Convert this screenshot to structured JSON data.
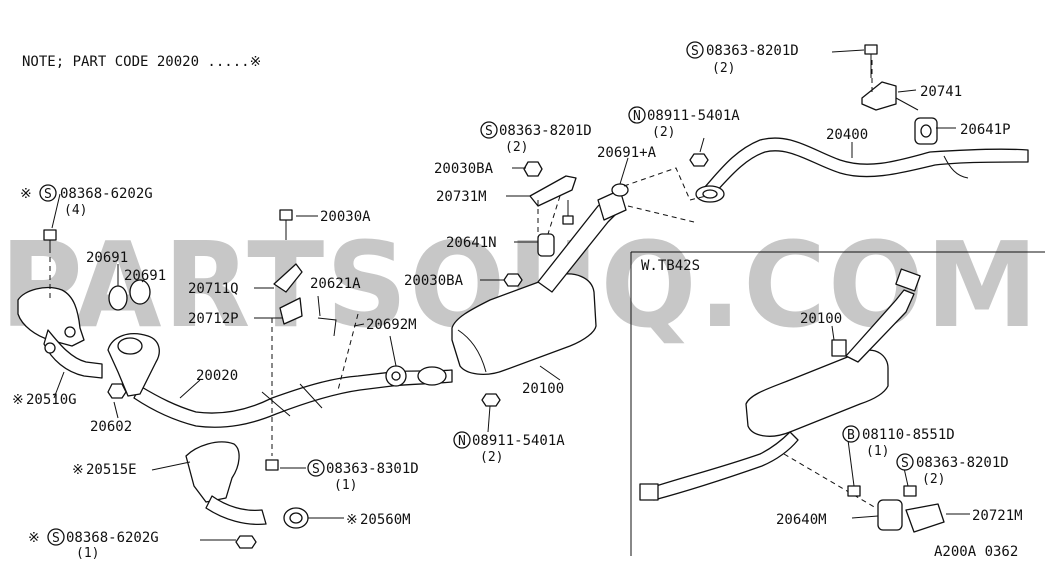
{
  "note": "NOTE; PART CODE 20020 .....※",
  "watermark": "PARTSOUQ.COM",
  "inset_title": "W.TB42S",
  "diagram_code": "A200A 0362",
  "symbols": {
    "s": "S",
    "n": "N",
    "b": "B",
    "star": "※"
  },
  "labels": {
    "p08363_8201D_top": "08363-8201D",
    "q2_top": "(2)",
    "p20741": "20741",
    "p20641P": "20641P",
    "p20400": "20400",
    "p08911_5401A_top": "08911-5401A",
    "q2_n_top": "(2)",
    "p08363_8201D_mid": "08363-8201D",
    "q2_mid": "(2)",
    "p20691A": "20691+A",
    "p20030BA_1": "20030BA",
    "p20731M": "20731M",
    "p08368_6202G_top": "08368-6202G",
    "q4": "(4)",
    "p20030A": "20030A",
    "p20641N": "20641N",
    "p20691_a": "20691",
    "p20691_b": "20691",
    "p20711Q": "20711Q",
    "p20621A": "20621A",
    "p20030BA_2": "20030BA",
    "p20712P": "20712P",
    "p20692M": "20692M",
    "p20020": "20020",
    "p20100": "20100",
    "p20510G": "20510G",
    "p20602": "20602",
    "p08911_5401A_bot": "08911-5401A",
    "q2_n_bot": "(2)",
    "p20515E": "20515E",
    "p08363_8301D": "08363-8301D",
    "q1_8301": "(1)",
    "p20560M": "20560M",
    "p08368_6202G_bot": "08368-6202G",
    "q1_6202": "(1)",
    "p20100_inset": "20100",
    "p08110_8551D": "08110-8551D",
    "q1_b": "(1)",
    "p08363_8201D_inset": "08363-8201D",
    "q2_inset": "(2)",
    "p20640M": "20640M",
    "p20721M": "20721M"
  },
  "colors": {
    "ink": "#111111",
    "paper": "#ffffff",
    "watermark": "#9a9a9a"
  }
}
